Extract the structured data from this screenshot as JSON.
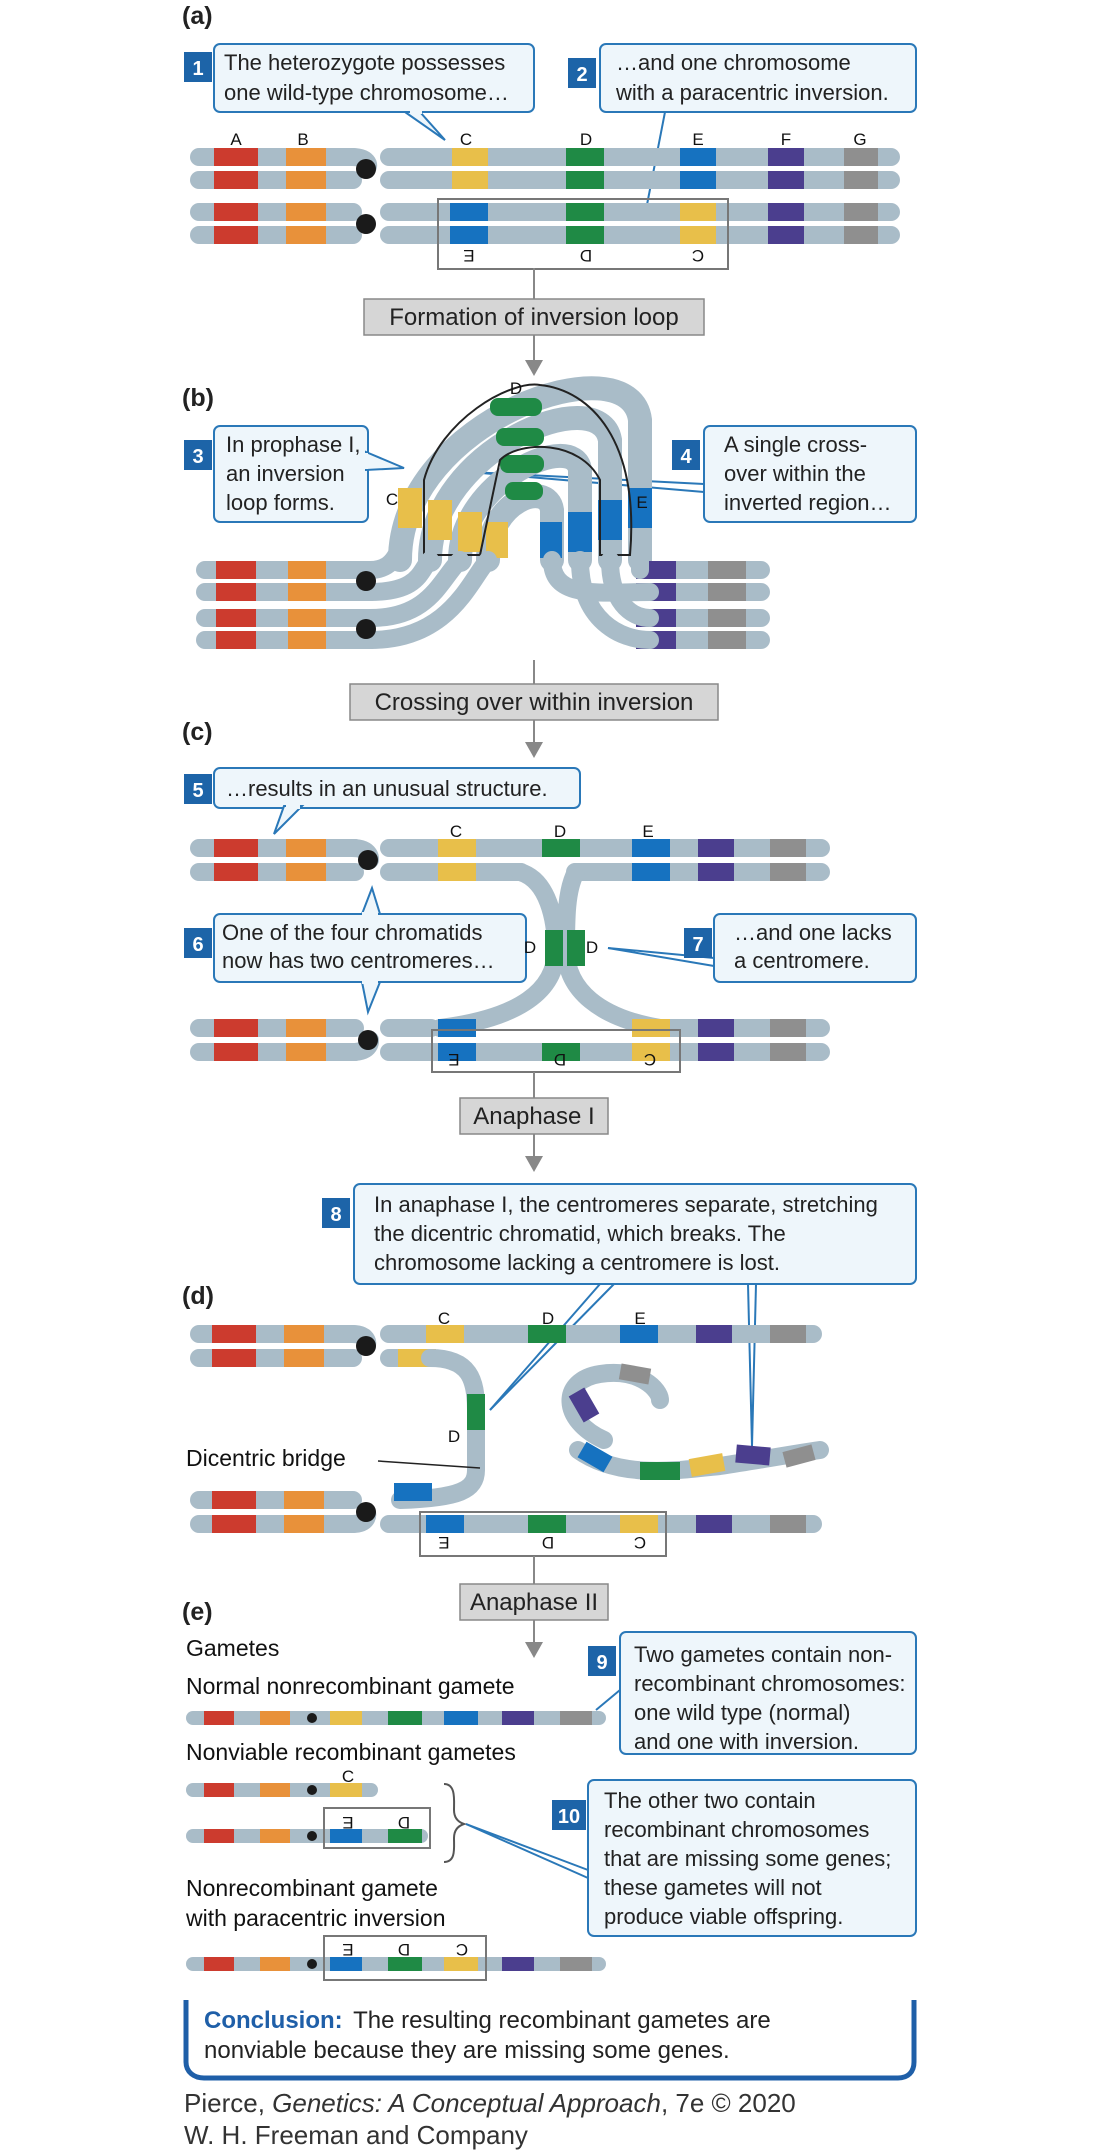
{
  "panels": {
    "a": "(a)",
    "b": "(b)",
    "c": "(c)",
    "d": "(d)",
    "e": "(e)"
  },
  "genes": {
    "A": "A",
    "B": "B",
    "C": "C",
    "D": "D",
    "E": "E",
    "F": "F",
    "G": "G"
  },
  "steps": [
    {
      "num": "1",
      "lines": [
        "The heterozygote possesses",
        "one wild-type chromosome…"
      ]
    },
    {
      "num": "2",
      "lines": [
        "…and one chromosome",
        "with a paracentric inversion."
      ]
    },
    {
      "num": "3",
      "lines": [
        "In prophase I,",
        "an inversion",
        "loop forms."
      ]
    },
    {
      "num": "4",
      "lines": [
        "A single cross-",
        "over within the",
        "inverted region…"
      ]
    },
    {
      "num": "5",
      "lines": [
        "…results in an unusual structure."
      ]
    },
    {
      "num": "6",
      "lines": [
        "One of the four chromatids",
        "now has two centromeres…"
      ]
    },
    {
      "num": "7",
      "lines": [
        "…and one lacks",
        "a centromere."
      ]
    },
    {
      "num": "8",
      "lines": [
        "In anaphase I, the centromeres separate, stretching",
        "the dicentric chromatid, which breaks. The",
        "chromosome lacking a centromere is lost."
      ]
    },
    {
      "num": "9",
      "lines": [
        "Two gametes contain non-",
        "recombinant chromosomes:",
        "one wild type (normal)",
        "and one with inversion."
      ]
    },
    {
      "num": "10",
      "lines": [
        "The other two contain",
        "recombinant chromosomes",
        "that are missing some genes;",
        "these gametes will not",
        "produce viable offspring."
      ]
    }
  ],
  "processes": {
    "p1": "Formation of inversion loop",
    "p2": "Crossing over within inversion",
    "p3": "Anaphase I",
    "p4": "Anaphase II"
  },
  "labels": {
    "dicentric_bridge": "Dicentric bridge",
    "gametes": "Gametes",
    "normal_gamete": "Normal nonrecombinant gamete",
    "nonviable_gametes": "Nonviable recombinant gametes",
    "inversion_gamete_1": "Nonrecombinant gamete",
    "inversion_gamete_2": "with paracentric inversion"
  },
  "conclusion": {
    "title": "Conclusion:",
    "line1": "The resulting recombinant gametes are",
    "line2": "nonviable because they are missing some genes."
  },
  "credit": {
    "line1_pre": "Pierce, ",
    "line1_title": "Genetics: A Conceptual Approach",
    "line1_post": ", 7e © 2020",
    "line2": "W. H. Freeman and Company"
  },
  "colors": {
    "chromosome": "#a9bcc8",
    "geneA": "#cc3b2e",
    "geneB": "#e8913a",
    "geneC": "#e8bf4a",
    "geneD": "#1f8a45",
    "geneE": "#1672c0",
    "geneF": "#4b3e8e",
    "geneG": "#8f8f8f",
    "centromere": "#1a1a1a",
    "callout_fill": "#eef6fb",
    "callout_border": "#2a78b8",
    "step_badge": "#1d64a8",
    "process_fill": "#d6d6d6",
    "conclusion_accent": "#1f5fa8"
  }
}
